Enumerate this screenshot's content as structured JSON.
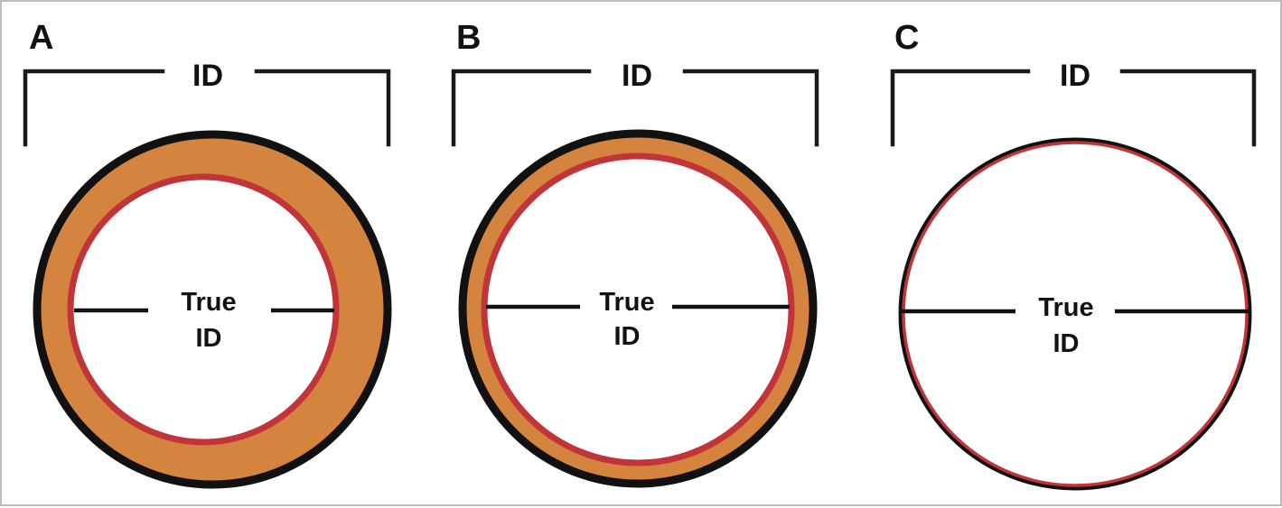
{
  "colors": {
    "outer_ring": "#111111",
    "wall_fill": "#d4843e",
    "inner_ring": "#c0343a",
    "lumen": "#ffffff",
    "line": "#111111"
  },
  "panels": [
    {
      "letter": "A",
      "id_label": "ID",
      "true_label_line1": "True",
      "true_label_line2": "ID",
      "wall": "thick"
    },
    {
      "letter": "B",
      "id_label": "ID",
      "true_label_line1": "True",
      "true_label_line2": "ID",
      "wall": "thin"
    },
    {
      "letter": "C",
      "id_label": "ID",
      "true_label_line1": "True",
      "true_label_line2": "ID",
      "wall": "none"
    }
  ]
}
